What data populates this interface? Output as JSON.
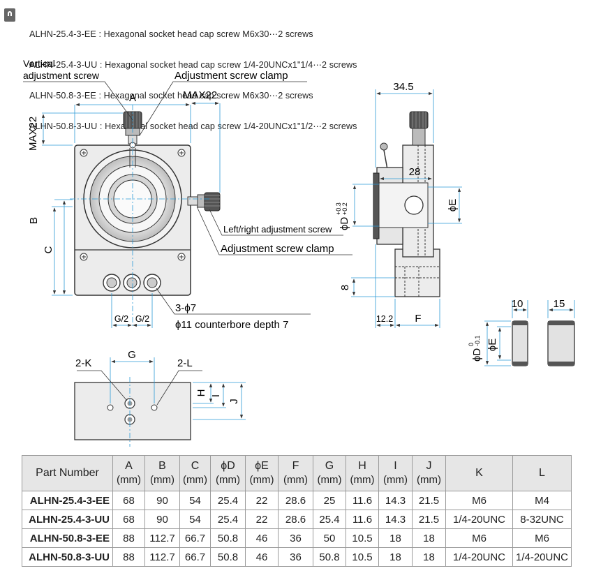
{
  "notes": [
    "ALHN-25.4-3-EE : Hexagonal socket head cap screw M6x30⋯2 screws",
    "ALHN-25.4-3-UU : Hexagonal socket head cap screw 1/4-20UNCx1\"1/4⋯2 screws",
    "ALHN-50.8-3-EE : Hexagonal socket head cap screw M6x30⋯2 screws",
    "ALHN-50.8-3-UU : Hexagonal socket head cap screw 1/4-20UNCx1\"1/2⋯2 screws"
  ],
  "front_view": {
    "vertical_screw_line1": "Vertical",
    "vertical_screw_line2": "adjustment screw",
    "clamp_top": "Adjustment screw clamp",
    "dim_a": "A",
    "dim_max22_h": "MAX22",
    "dim_max22_v": "MAX22",
    "dim_b": "B",
    "dim_c": "C",
    "lr_screw": "Left/right adjustment screw",
    "clamp_side": "Adjustment screw clamp",
    "g_half_1": "G/2",
    "g_half_2": "G/2",
    "holes": "3-ϕ7",
    "counterbore": "ϕ11 counterbore depth 7"
  },
  "side_view": {
    "dim_345": "34.5",
    "dim_28": "28",
    "dim_phid": "ϕD",
    "dim_phid_tol_upper": "+0.3",
    "dim_phid_tol_lower": "+0.2",
    "dim_phie": "ϕE",
    "dim_8": "8",
    "dim_122": "12.2",
    "dim_f": "F"
  },
  "ring_view": {
    "dim_10": "10",
    "dim_15": "15",
    "dim_phid": "ϕD",
    "dim_phid_tol_upper": "0",
    "dim_phid_tol_lower": "-0.1",
    "dim_phie": "ϕE"
  },
  "bottom_view": {
    "dim_g": "G",
    "dim_2k": "2-K",
    "dim_2l": "2-L",
    "dim_h": "H",
    "dim_i": "I",
    "dim_j": "J"
  },
  "table": {
    "headers": [
      {
        "label": "Part Number",
        "unit": ""
      },
      {
        "label": "A",
        "unit": "(mm)"
      },
      {
        "label": "B",
        "unit": "(mm)"
      },
      {
        "label": "C",
        "unit": "(mm)"
      },
      {
        "label": "ϕD",
        "unit": "(mm)"
      },
      {
        "label": "ϕE",
        "unit": "(mm)"
      },
      {
        "label": "F",
        "unit": "(mm)"
      },
      {
        "label": "G",
        "unit": "(mm)"
      },
      {
        "label": "H",
        "unit": "(mm)"
      },
      {
        "label": "I",
        "unit": "(mm)"
      },
      {
        "label": "J",
        "unit": "(mm)"
      },
      {
        "label": "K",
        "unit": ""
      },
      {
        "label": "L",
        "unit": ""
      }
    ],
    "rows": [
      [
        "ALHN-25.4-3-EE",
        "68",
        "90",
        "54",
        "25.4",
        "22",
        "28.6",
        "25",
        "11.6",
        "14.3",
        "21.5",
        "M6",
        "M4"
      ],
      [
        "ALHN-25.4-3-UU",
        "68",
        "90",
        "54",
        "25.4",
        "22",
        "28.6",
        "25.4",
        "11.6",
        "14.3",
        "21.5",
        "1/4-20UNC",
        "8-32UNC"
      ],
      [
        "ALHN-50.8-3-EE",
        "88",
        "112.7",
        "66.7",
        "50.8",
        "46",
        "36",
        "50",
        "10.5",
        "18",
        "18",
        "M6",
        "M6"
      ],
      [
        "ALHN-50.8-3-UU",
        "88",
        "112.7",
        "66.7",
        "50.8",
        "46",
        "36",
        "50.8",
        "10.5",
        "18",
        "18",
        "1/4-20UNC",
        "1/4-20UNC"
      ]
    ]
  },
  "colors": {
    "dimension_line": "#2a9ad6",
    "outline": "#333333",
    "body_fill": "#ececec",
    "header_fill": "#e6e6e6"
  }
}
